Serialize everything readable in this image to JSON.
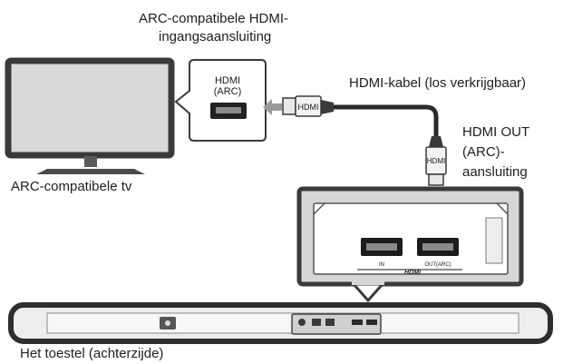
{
  "labels": {
    "arc_input_line1": "ARC-compatibele HDMI-",
    "arc_input_line2": "ingangsaansluiting",
    "hdmi_cable": "HDMI-kabel (los verkrijgbaar)",
    "hdmi_out_line1": "HDMI OUT",
    "hdmi_out_line2": "(ARC)-",
    "hdmi_out_line3": "aansluiting",
    "tv": "ARC-compatibele tv",
    "unit_rear": "Het toestel (achterzijde)"
  },
  "tv_port": {
    "line1": "HDMI",
    "line2": "(ARC)"
  },
  "plugs": {
    "horizontal": "HDMI",
    "vertical": "HDMI"
  },
  "panel_ports": {
    "in": "IN",
    "out": "OUT(ARC)",
    "logo": "HDMI"
  },
  "colors": {
    "device_dark": "#3a3a3a",
    "device_gray": "#d6d6d6",
    "arrow": "#9a9a9a",
    "cable": "#2a2a2a"
  }
}
